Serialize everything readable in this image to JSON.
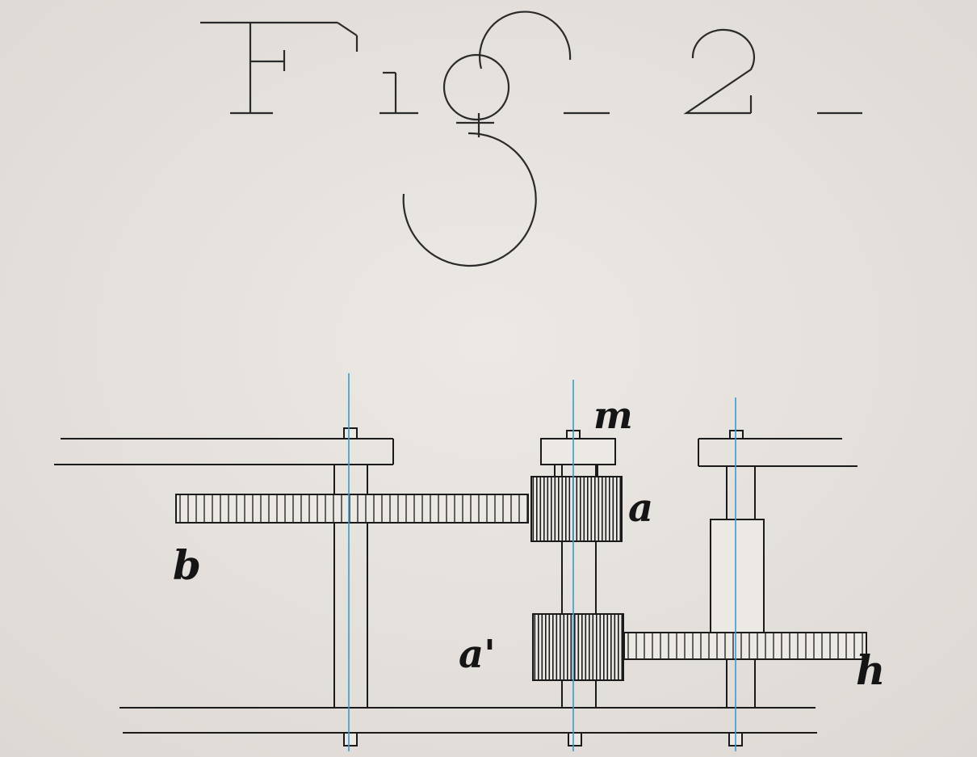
{
  "figure": {
    "title": "Fig. 2."
  },
  "labels": {
    "m": "m",
    "a": "a",
    "a_prime": "a'",
    "b": "b",
    "h": "h"
  },
  "colors": {
    "paper": "#e9e5e1",
    "ink": "#1a1a1a",
    "axis": "#3a9ad0"
  }
}
